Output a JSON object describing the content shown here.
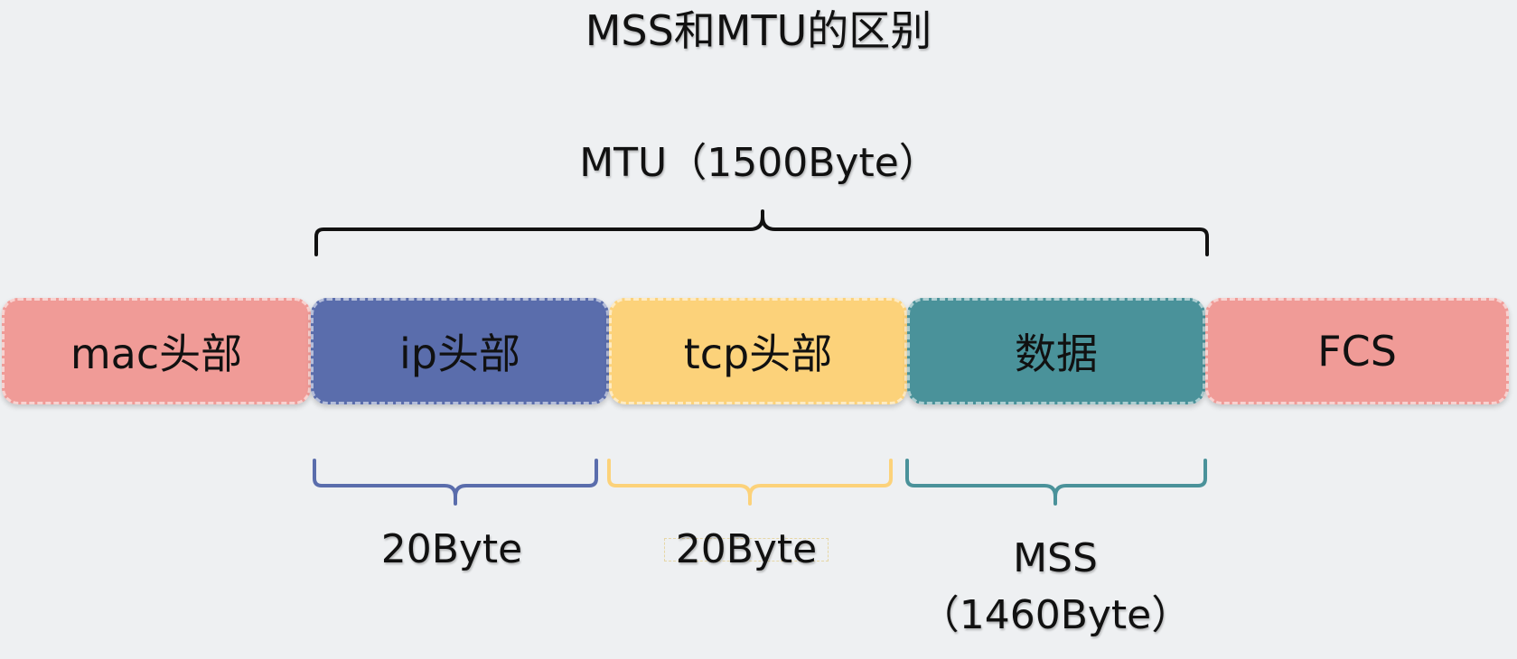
{
  "title": "MSS和MTU的区别",
  "mtu_label": "MTU（1500Byte）",
  "segments": [
    {
      "label": "mac头部",
      "color": "#F09B97"
    },
    {
      "label": "ip头部",
      "color": "#5A6DAC"
    },
    {
      "label": "tcp头部",
      "color": "#FCD27A"
    },
    {
      "label": "数据",
      "color": "#4A929A"
    },
    {
      "label": "FCS",
      "color": "#F09B97"
    }
  ],
  "lower_labels": {
    "ip_size": "20Byte",
    "tcp_size": "20Byte",
    "mss_name": "MSS",
    "mss_size": "（1460Byte）"
  },
  "brace_colors": {
    "mtu": "#111111",
    "ip": "#5A6DAC",
    "tcp": "#FCD27A",
    "data": "#4A929A"
  }
}
